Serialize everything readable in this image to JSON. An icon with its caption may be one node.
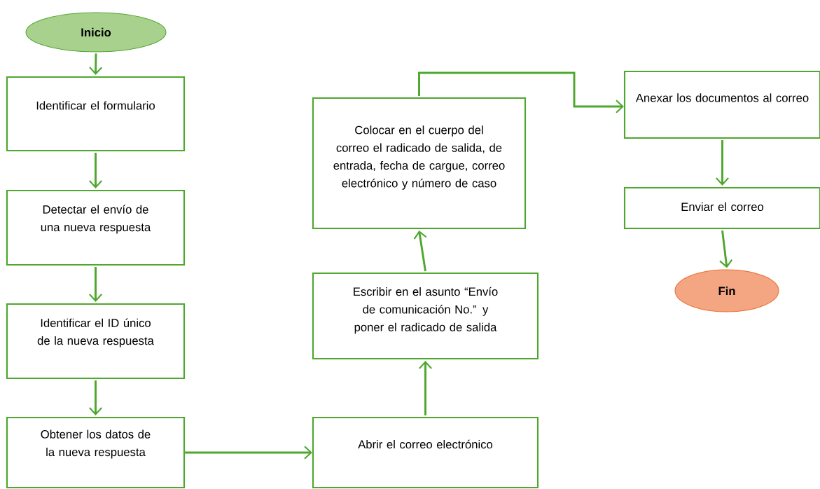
{
  "diagram": {
    "nodes": [
      {
        "text": [
          "Inicio"
        ]
      },
      {
        "text": [
          "Identificar el formulario"
        ]
      },
      {
        "text": [
          "Detectar el envío de una nueva respuesta"
        ]
      },
      {
        "text": [
          "Identificar el ID único de la nueva respuesta"
        ]
      },
      {
        "text": [
          "Obtener los datos de la nueva respuesta"
        ]
      },
      {
        "text": [
          "Abrir el correo electrónico"
        ]
      },
      {
        "text": [
          "Escribir en el asunto “Envío de comunicación No.” y poner el radicado de salida"
        ]
      },
      {
        "text": [
          "Colocar en el cuerpo del correo el radicado de salida, de entrada, fecha de cargue, correo electrónico y número de caso"
        ]
      },
      {
        "text": [
          "Anexar los documentos al correo"
        ]
      },
      {
        "text": [
          "Enviar el correo"
        ]
      },
      {
        "text": [
          "Fin"
        ]
      }
    ],
    "edges": [
      {
        "from": 0,
        "to": 1,
        "arrow": "to"
      },
      {
        "from": 1,
        "to": 2,
        "arrow": "to"
      },
      {
        "from": 2,
        "to": 3,
        "arrow": "to"
      },
      {
        "from": 3,
        "to": 4,
        "arrow": "to"
      },
      {
        "from": 4,
        "to": 5,
        "arrow": "to"
      },
      {
        "from": 5,
        "to": 6,
        "arrow": "to"
      },
      {
        "from": 6,
        "to": 7,
        "arrow": "to"
      },
      {
        "from": 7,
        "to": 8,
        "arrow": "to"
      },
      {
        "from": 8,
        "to": 9,
        "arrow": "to"
      },
      {
        "from": 9,
        "to": 10,
        "arrow": "to"
      }
    ]
  }
}
